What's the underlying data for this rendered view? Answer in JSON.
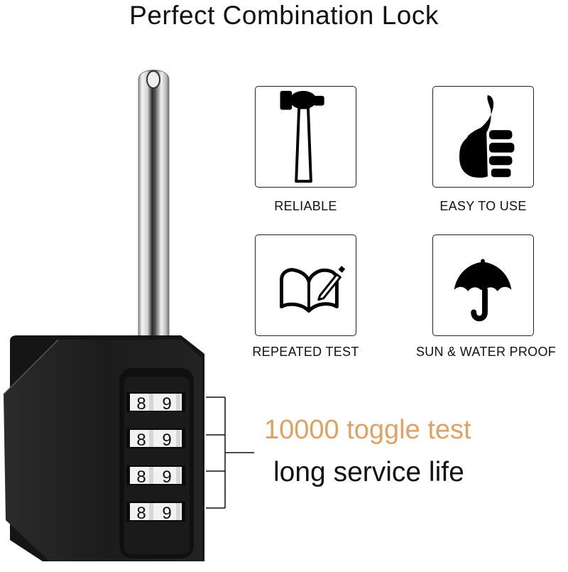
{
  "header": {
    "title": "Perfect Combination Lock"
  },
  "features": [
    {
      "label": "RELIABLE",
      "icon": "hammer-icon"
    },
    {
      "label": "EASY TO USE",
      "icon": "thumbs-up-icon"
    },
    {
      "label": "REPEATED TEST",
      "icon": "book-pencil-icon"
    },
    {
      "label": "SUN & WATER PROOF",
      "icon": "umbrella-icon"
    }
  ],
  "lock": {
    "dials": [
      {
        "digits": [
          "8",
          "9"
        ]
      },
      {
        "digits": [
          "8",
          "9"
        ]
      },
      {
        "digits": [
          "8",
          "9"
        ]
      },
      {
        "digits": [
          "8",
          "9"
        ]
      }
    ]
  },
  "specs": {
    "primary": "10000 toggle test",
    "secondary": "long service life"
  },
  "colors": {
    "accent": "#E0A262",
    "text": "#111111",
    "lock_body": "#1c1c1c"
  }
}
